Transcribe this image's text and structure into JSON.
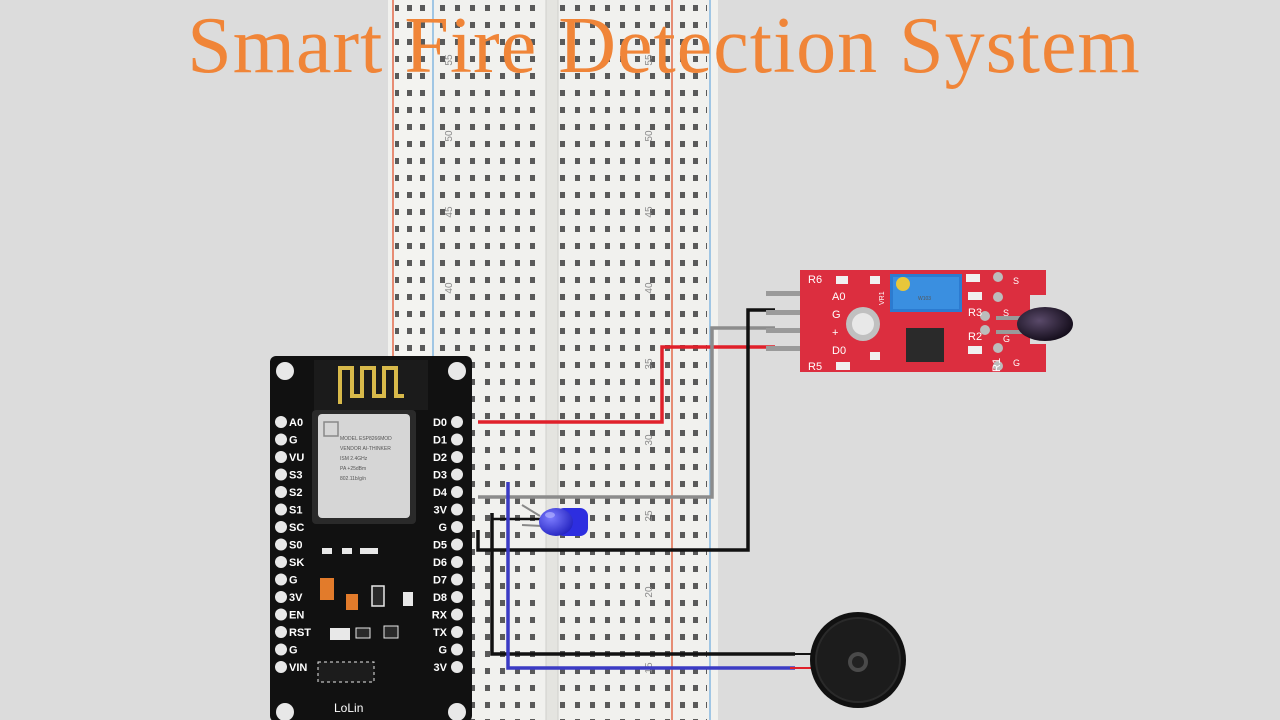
{
  "title": "Smart Fire Detection System",
  "colors": {
    "title": "#f08538",
    "background": "#dcdcdc",
    "wire_red": "#e0202a",
    "wire_gray": "#8c8c8c",
    "wire_black": "#111111",
    "wire_blue": "#3b3bc4",
    "sensor_board": "#dc2e3f",
    "led": "#2d2ee0"
  },
  "breadboard": {
    "row_numbers": [
      "55",
      "50",
      "45",
      "40",
      "35",
      "30",
      "25",
      "20",
      "15"
    ]
  },
  "nodemcu": {
    "label": "LoLin",
    "left_pins": [
      "A0",
      "G",
      "VU",
      "S3",
      "S2",
      "S1",
      "SC",
      "S0",
      "SK",
      "G",
      "3V",
      "EN",
      "RST",
      "G",
      "VIN"
    ],
    "right_pins": [
      "D0",
      "D1",
      "D2",
      "D3",
      "D4",
      "3V",
      "G",
      "D5",
      "D6",
      "D7",
      "D8",
      "RX",
      "TX",
      "G",
      "3V"
    ]
  },
  "flame_sensor": {
    "pins": [
      "A0",
      "G",
      "+",
      "D0"
    ],
    "components": [
      "R6",
      "R5",
      "R3",
      "R2",
      "R1",
      "VR1"
    ],
    "side_labels": [
      "S",
      "S",
      "G",
      "G"
    ]
  },
  "connections": [
    {
      "from": "D0",
      "to": "sensor D0",
      "color": "red"
    },
    {
      "from": "D4",
      "to": "sensor +",
      "color": "gray"
    },
    {
      "from": "G",
      "to": "sensor G",
      "color": "black"
    },
    {
      "from": "3V",
      "to": "LED",
      "color": "black"
    },
    {
      "from": "3V",
      "to": "buzzer",
      "color": "black"
    },
    {
      "from": "D4",
      "to": "buzzer",
      "color": "blue"
    }
  ]
}
